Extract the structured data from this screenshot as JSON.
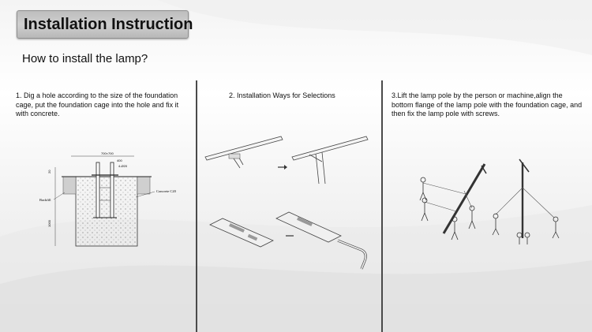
{
  "title": "Installation Instruction",
  "subtitle": "How to install the lamp?",
  "steps": [
    {
      "text": "1. Dig a hole according to the size of the foundation cage, put the foundation cage into the hole and fix it with concrete."
    },
    {
      "text": "2. Installation Ways for Selections"
    },
    {
      "text": "3.Lift the lamp pole by the person or machine,align the bottom flange of the lamp pole with the foundation cage, and then fix the lamp pole with screws."
    }
  ],
  "diagram_labels": {
    "backfill": "Backfill",
    "concrete": "Concrete C20",
    "dim_top": "700×700",
    "dim_inner": "400",
    "dim_side": "4-Ø20",
    "dim_height": "1000",
    "dim_gap": "20"
  },
  "colors": {
    "title_bg": "#c4c4c4",
    "divider": "#4a4a4a"
  }
}
